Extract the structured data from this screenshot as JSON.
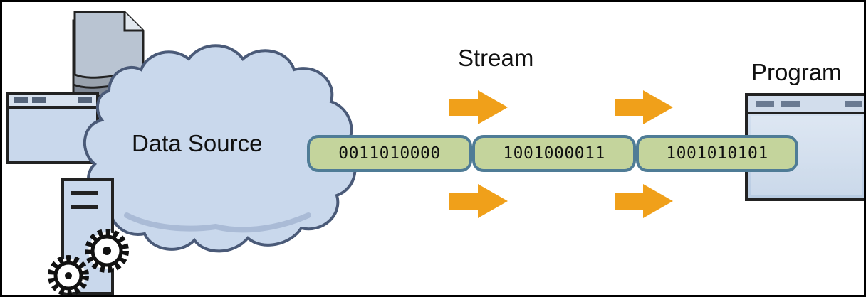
{
  "diagram": {
    "source_label": "Data Source",
    "stream_label": "Stream",
    "program_label": "Program",
    "segments": [
      "0011010000",
      "1001000011",
      "1001010101"
    ]
  },
  "colors": {
    "border": "#000000",
    "cloud_fill": "#c9d8ec",
    "cloud_stroke": "#4a5a78",
    "segment_fill": "#c4d49c",
    "segment_stroke": "#4f7c96",
    "arrow": "#f0a01a",
    "window_fill": "#c9d8ec",
    "window_stroke": "#3a3f4a"
  },
  "icons": [
    "document-icon",
    "window-icon",
    "server-icon",
    "gear-icon",
    "program-window-icon",
    "arrow-right-icon"
  ]
}
